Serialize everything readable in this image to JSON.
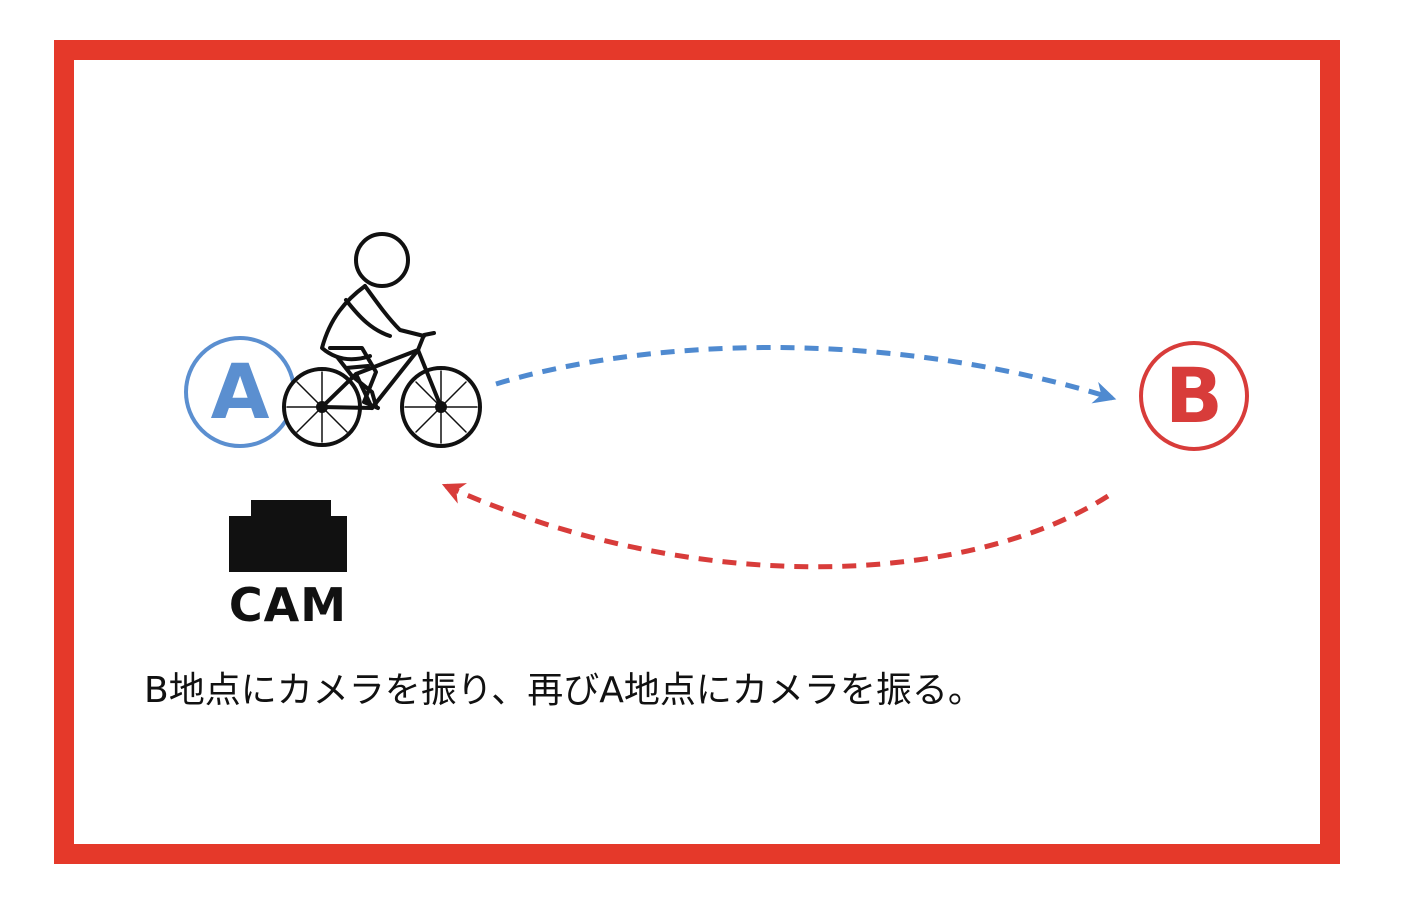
{
  "diagram": {
    "point_a": {
      "label": "A",
      "color": "#5b8fd0"
    },
    "point_b": {
      "label": "B",
      "color": "#d83c3a"
    },
    "arrow_a_to_b": {
      "color": "#4f8ad0",
      "style": "dashed"
    },
    "arrow_b_to_a": {
      "color": "#d83c3a",
      "style": "dashed"
    },
    "camera": {
      "label": "CAM",
      "icon": "camera-icon"
    },
    "cyclist": {
      "icon": "cyclist-icon"
    },
    "frame_color": "#e5392a",
    "caption": "B地点にカメラを振り、再びA地点にカメラを振る。"
  }
}
